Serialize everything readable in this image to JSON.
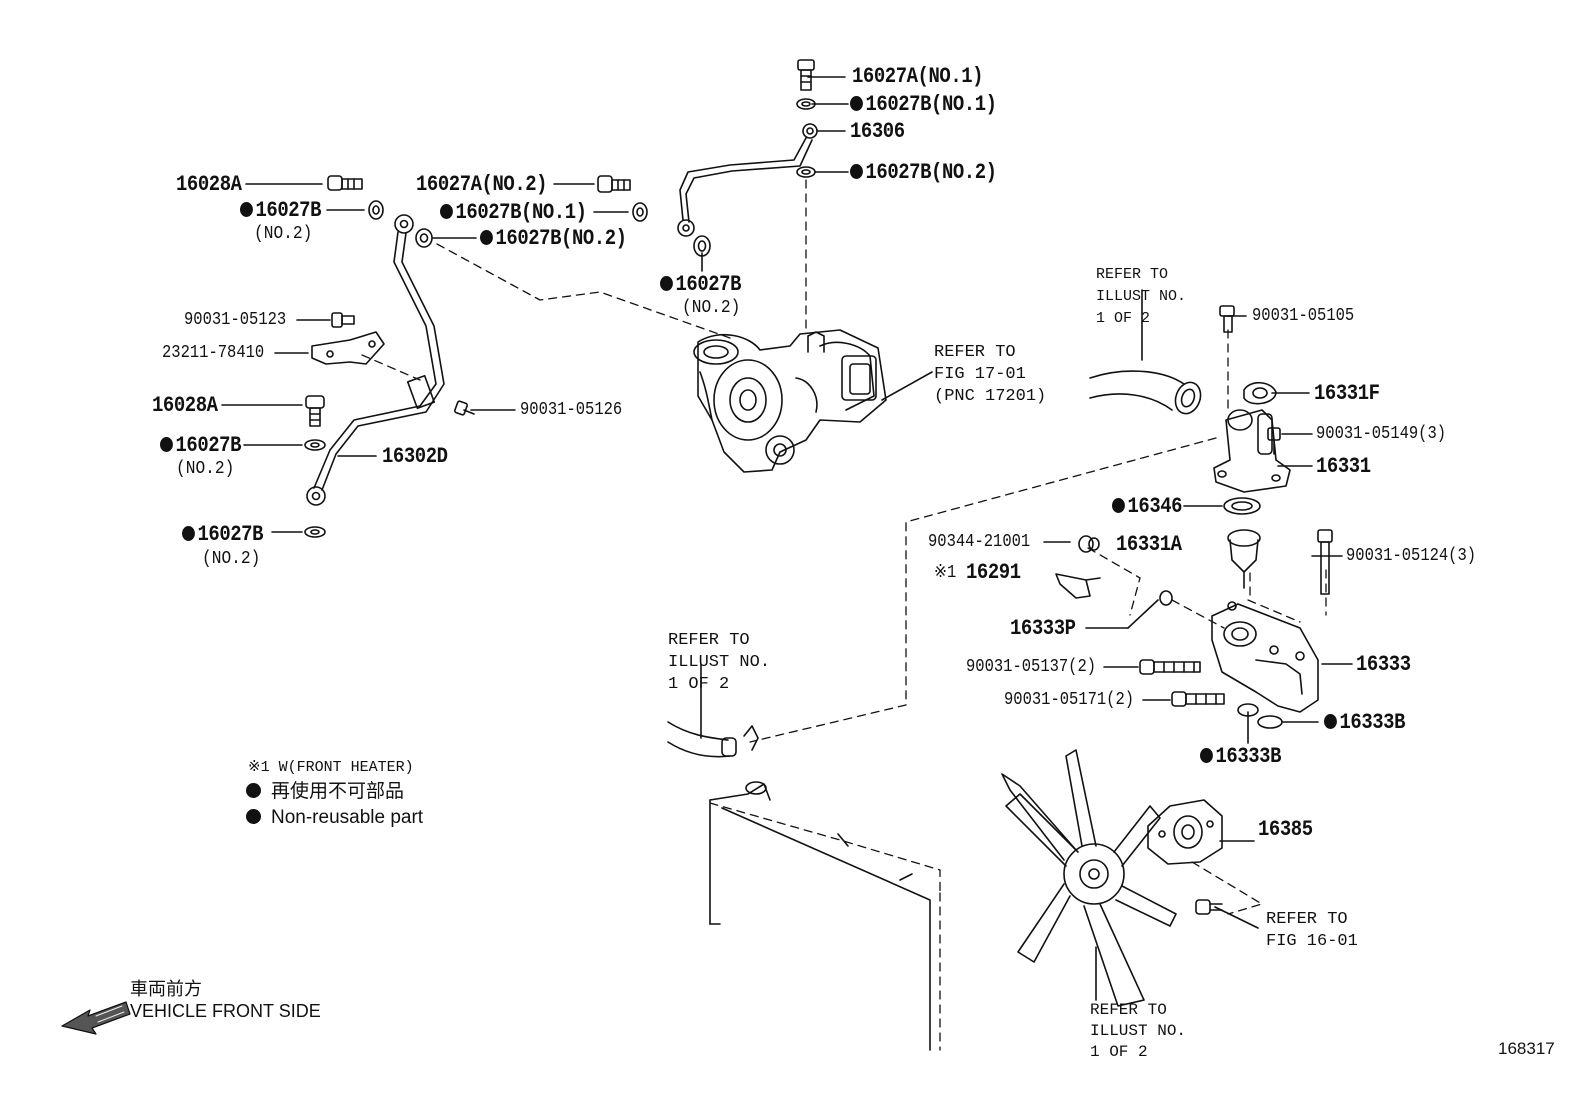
{
  "parts": {
    "p16027A_no1_top": "16027A(NO.1)",
    "p16027B_no1_top": "16027B(NO.1)",
    "p16306": "16306",
    "p16027B_no2_top": "16027B(NO.2)",
    "p16028A_top": "16028A",
    "p16027B_left": "16027B",
    "p16027B_left_sub": "(NO.2)",
    "p16027A_no2": "16027A(NO.2)",
    "p16027B_no1_mid": "16027B(NO.1)",
    "p16027B_no2_mid": "16027B(NO.2)",
    "p16027B_center": "16027B",
    "p16027B_center_sub": "(NO.2)",
    "p90031_05123": "90031-05123",
    "p23211_78410": "23211-78410",
    "p16028A_mid": "16028A",
    "p90031_05126": "90031-05126",
    "p16027B_mid_left": "16027B",
    "p16027B_mid_left_sub": "(NO.2)",
    "p16302D": "16302D",
    "p16027B_bottom": "16027B",
    "p16027B_bottom_sub": "(NO.2)",
    "p90031_05105": "90031-05105",
    "p16331F": "16331F",
    "p90031_05149": "90031-05149(3)",
    "p16331": "16331",
    "p16346": "16346",
    "p90344_21001": "90344-21001",
    "p16331A": "16331A",
    "p16291_mark": "※1",
    "p16291": "16291",
    "p90031_05124": "90031-05124(3)",
    "p16333P": "16333P",
    "p90031_05137": "90031-05137(2)",
    "p16333": "16333",
    "p90031_05171": "90031-05171(2)",
    "p16333B_right": "16333B",
    "p16333B_below": "16333B",
    "p16385": "16385"
  },
  "refs": {
    "turbo": [
      "REFER TO",
      "FIG 17-01",
      "(PNC 17201)"
    ],
    "hose_top": [
      "REFER TO",
      "ILLUST NO.",
      "1 OF 2"
    ],
    "hose_left": [
      "REFER TO",
      "ILLUST NO.",
      "1 OF 2"
    ],
    "fig16": [
      "REFER TO",
      "FIG 16-01"
    ],
    "fan": [
      "REFER TO",
      "ILLUST NO.",
      "1 OF 2"
    ]
  },
  "legend": {
    "note_mark": "※1 W(FRONT HEATER)",
    "jp": "再使用不可部品",
    "en": "Non-reusable part"
  },
  "front": {
    "jp": "車両前方",
    "en": "VEHICLE FRONT SIDE"
  },
  "diagram_number": "168317"
}
